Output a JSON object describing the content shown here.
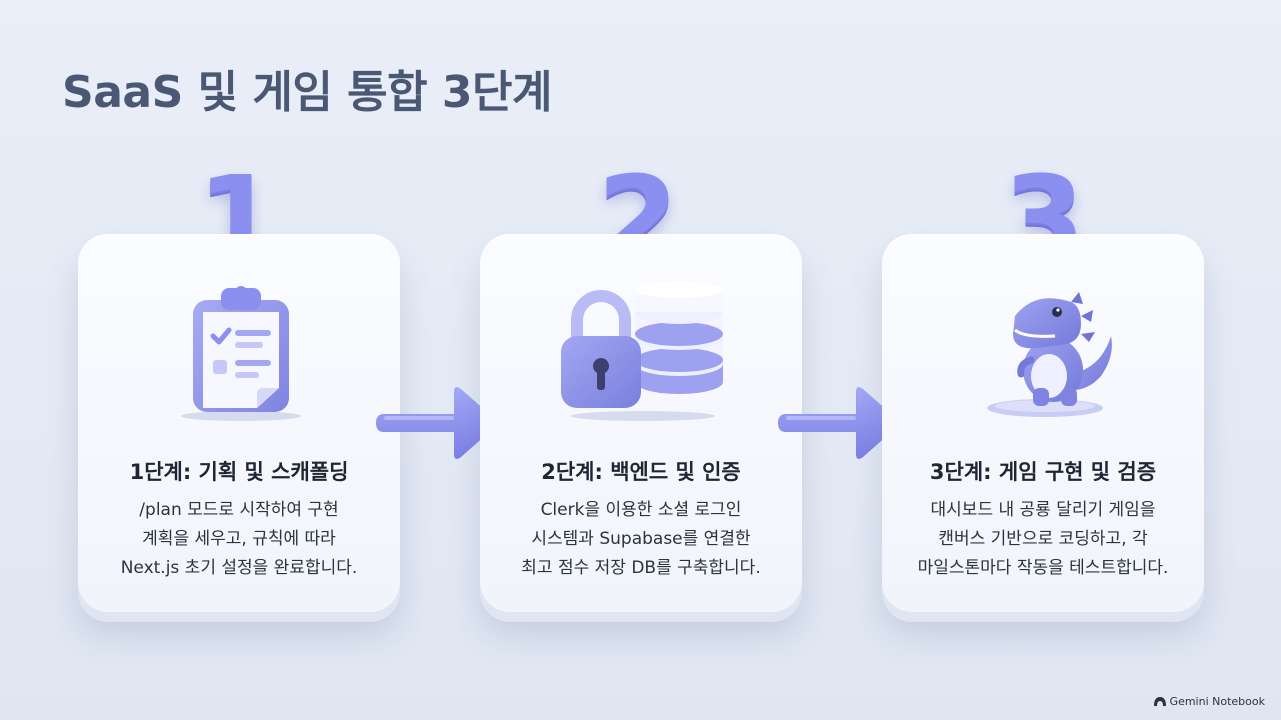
{
  "page": {
    "title": "SaaS 및 게임 통합 3단계"
  },
  "colors": {
    "accent": "#8a8ff0",
    "title": "#4a5873",
    "text": "#1f2633"
  },
  "steps": [
    {
      "number": "1",
      "icon": "clipboard-checklist-icon",
      "heading": "1단계: 기획 및 스캐폴딩",
      "lines": [
        "/plan 모드로 시작하여 구현",
        "계획을 세우고, 규칙에 따라",
        "Next.js 초기 설정을 완료합니다."
      ]
    },
    {
      "number": "2",
      "icon": "lock-database-icon",
      "heading": "2단계: 백엔드 및 인증",
      "lines": [
        "Clerk을 이용한 소셜 로그인",
        "시스템과 Supabase를 연결한",
        "최고 점수 저장 DB를 구축합니다."
      ]
    },
    {
      "number": "3",
      "icon": "dinosaur-icon",
      "heading": "3단계: 게임 구현 및 검증",
      "lines": [
        "대시보드 내 공룡 달리기 게임을",
        "캔버스 기반으로 코딩하고, 각",
        "마일스톤마다 작동을 테스트합니다."
      ]
    }
  ],
  "arrows": [
    "right-arrow-icon",
    "right-arrow-icon"
  ],
  "footer": {
    "brand": "Gemini Notebook",
    "icon": "gemini-notebook-icon"
  }
}
